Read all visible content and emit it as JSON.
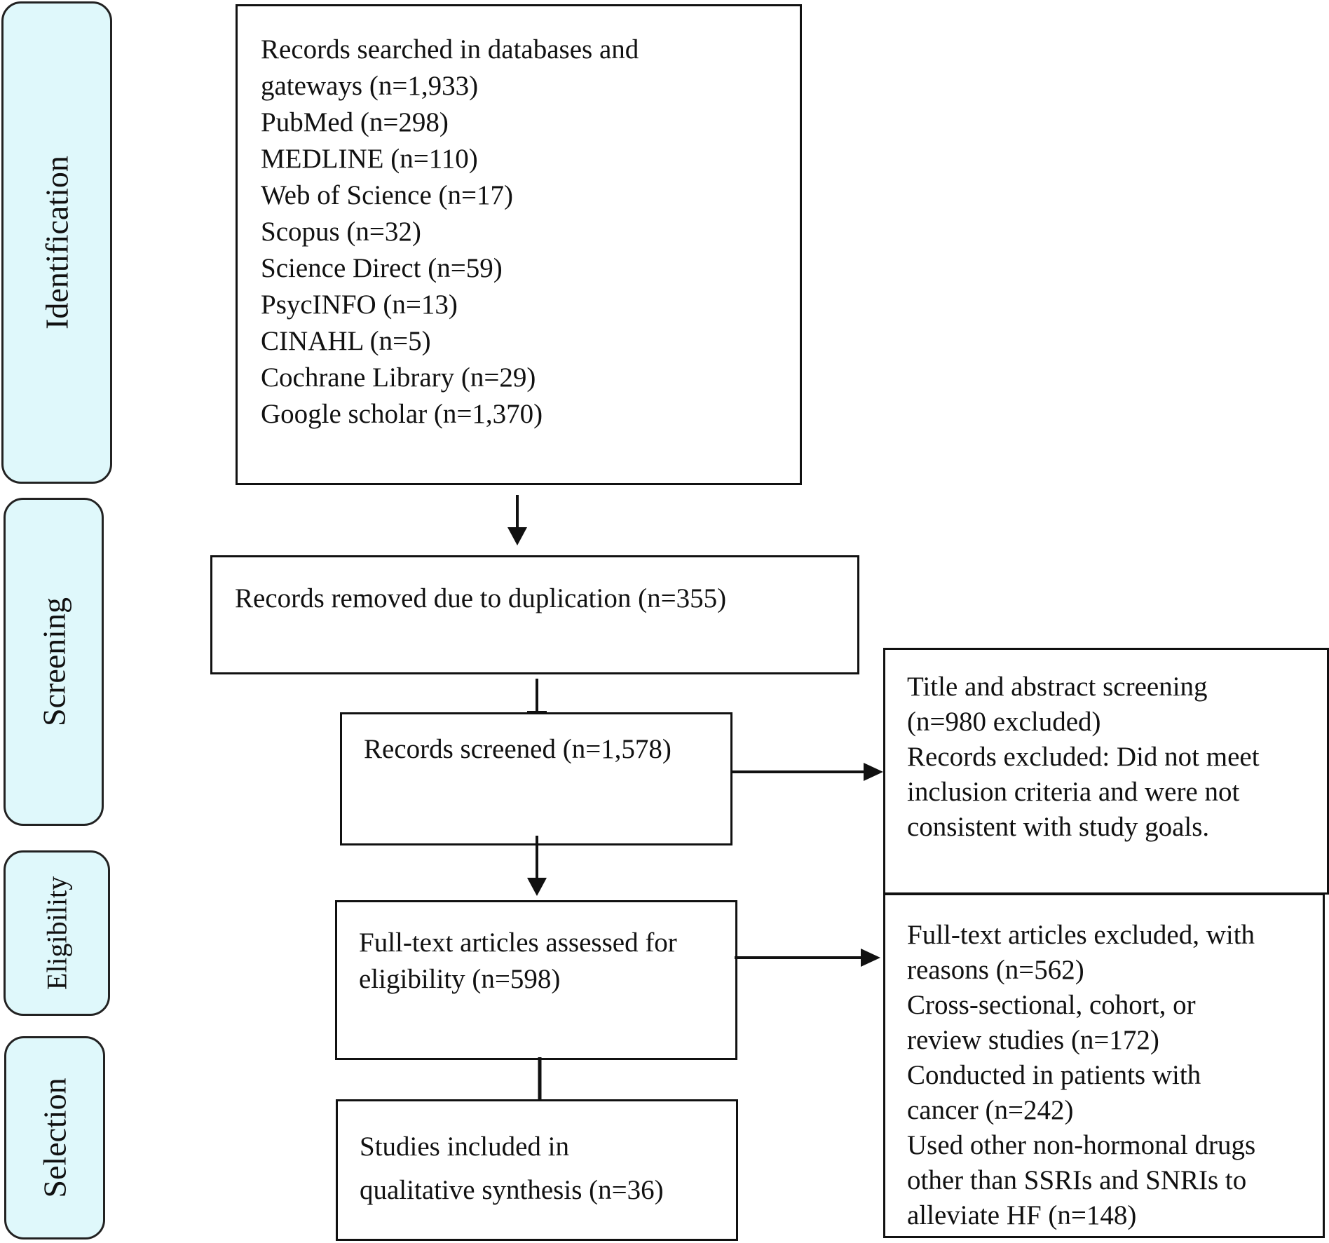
{
  "phases": {
    "identification": "Identification",
    "screening": "Screening",
    "eligibility": "Eligibility",
    "selection": "Selection"
  },
  "boxes": {
    "identification": {
      "lines": [
        "Records searched in databases and",
        "gateways (n=1,933)",
        "PubMed (n=298)",
        "MEDLINE (n=110)",
        "Web of Science (n=17)",
        "Scopus (n=32)",
        "Science Direct (n=59)",
        "PsycINFO (n=13)",
        "CINAHL (n=5)",
        "Cochrane Library (n=29)",
        "Google scholar (n=1,370)"
      ]
    },
    "duplicates": {
      "lines": [
        "Records removed due to duplication (n=355)"
      ]
    },
    "screened": {
      "lines": [
        "Records screened (n=1,578)"
      ]
    },
    "title_abstract_excluded": {
      "lines": [
        "Title and abstract screening",
        "(n=980 excluded)",
        "Records excluded: Did not meet",
        "inclusion criteria and were not",
        "consistent with study goals."
      ]
    },
    "fulltext_assessed": {
      "lines": [
        "Full-text articles assessed for",
        "eligibility (n=598)"
      ]
    },
    "fulltext_excluded": {
      "lines": [
        "Full-text articles excluded, with",
        "reasons (n=562)",
        "Cross-sectional, cohort, or",
        "review studies (n=172)",
        "Conducted in patients with",
        "cancer (n=242)",
        "Used other non-hormonal drugs",
        "other than SSRIs and SNRIs to",
        "alleviate HF (n=148)"
      ]
    },
    "included": {
      "lines": [
        "Studies included in",
        "qualitative synthesis (n=36)"
      ]
    }
  }
}
